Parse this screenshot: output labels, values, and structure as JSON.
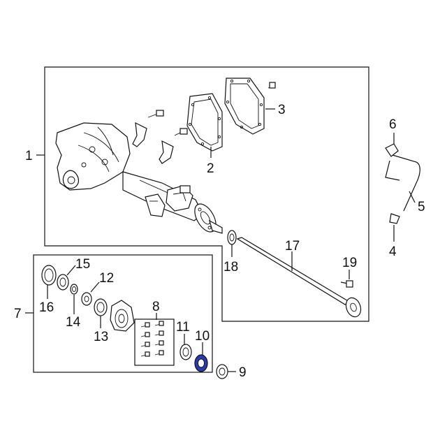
{
  "callouts": [
    {
      "id": "1",
      "label": "1"
    },
    {
      "id": "2",
      "label": "2"
    },
    {
      "id": "3",
      "label": "3"
    },
    {
      "id": "4",
      "label": "4"
    },
    {
      "id": "5",
      "label": "5"
    },
    {
      "id": "6",
      "label": "6"
    },
    {
      "id": "7",
      "label": "7"
    },
    {
      "id": "8",
      "label": "8"
    },
    {
      "id": "9",
      "label": "9"
    },
    {
      "id": "10",
      "label": "10"
    },
    {
      "id": "11",
      "label": "11"
    },
    {
      "id": "12",
      "label": "12"
    },
    {
      "id": "13",
      "label": "13"
    },
    {
      "id": "14",
      "label": "14"
    },
    {
      "id": "15",
      "label": "15"
    },
    {
      "id": "16",
      "label": "16"
    },
    {
      "id": "17",
      "label": "17"
    },
    {
      "id": "18",
      "label": "18"
    },
    {
      "id": "19",
      "label": "19"
    }
  ],
  "colors": {
    "line": "#111111",
    "highlight": "#2b3aa8",
    "background": "#ffffff"
  },
  "highlighted_part": "10"
}
